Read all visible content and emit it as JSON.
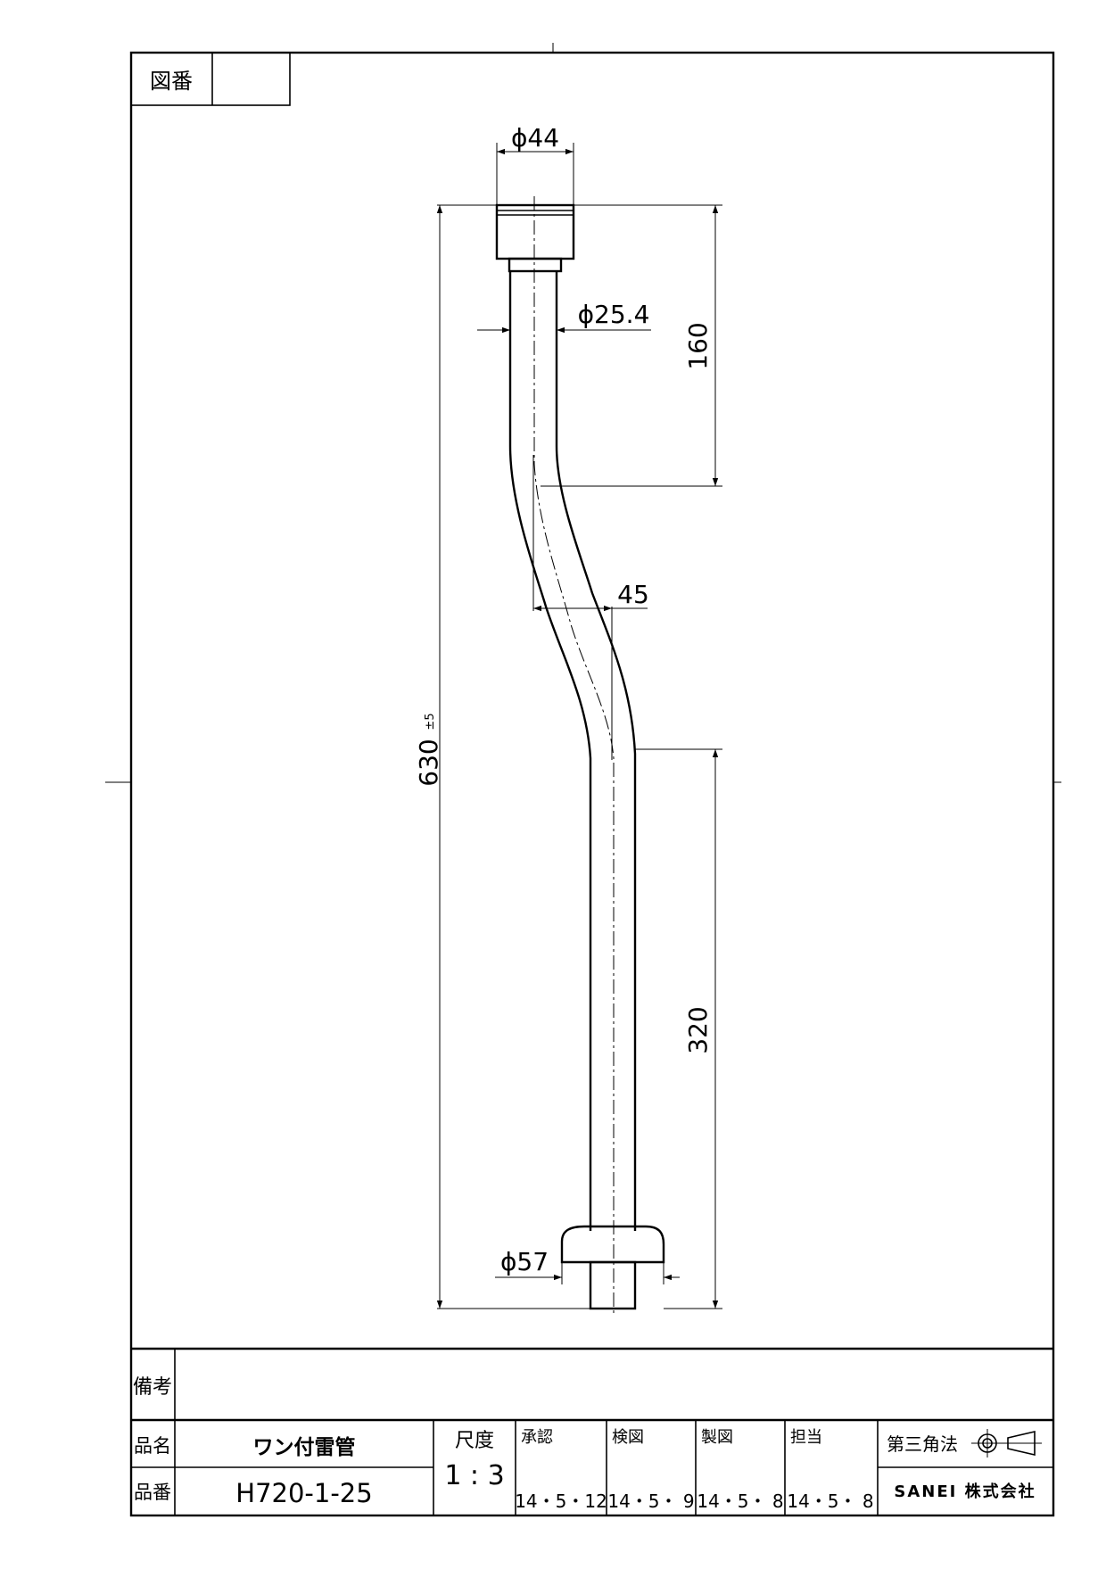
{
  "drawing_no_box": {
    "label": "図番",
    "value": ""
  },
  "dimensions": {
    "top_diameter": "ϕ44",
    "pipe_diameter": "ϕ25.4",
    "upper_length": "160",
    "offset": "45",
    "total_length": "630",
    "total_tolerance": "±5",
    "lower_length": "320",
    "flange_diameter": "ϕ57"
  },
  "title_block": {
    "remarks_label": "備考",
    "remarks_value": "",
    "name_label": "品名",
    "name_value": "ワン付雷管",
    "number_label": "品番",
    "number_value": "H720-1-25",
    "scale_label": "尺度",
    "scale_value": "1 : 3",
    "approvals": [
      {
        "label": "承認",
        "date": "14・5・12"
      },
      {
        "label": "検図",
        "date": "14・5・ 9"
      },
      {
        "label": "製図",
        "date": "14・5・ 8"
      },
      {
        "label": "担当",
        "date": "14・5・ 8"
      }
    ],
    "projection_label": "第三角法",
    "company": "SANEI 株式会社"
  }
}
